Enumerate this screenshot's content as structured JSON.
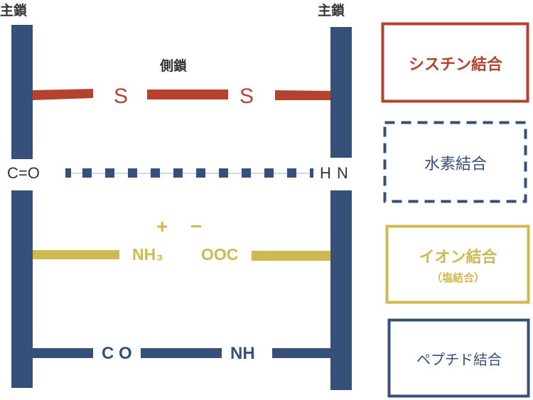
{
  "labels": {
    "main_chain_left": "主鎖",
    "main_chain_right": "主鎖",
    "side_chain": "側鎖"
  },
  "disulfide": {
    "s1": "S",
    "s2": "S"
  },
  "hydrogen": {
    "left": "C=O",
    "right": "H N"
  },
  "ionic": {
    "plus": "+",
    "minus": "−",
    "left": "NH₃",
    "right": "OOC"
  },
  "peptide": {
    "left": "C O",
    "right": "NH"
  },
  "legend": [
    {
      "label": "シスチン結合",
      "sub": ""
    },
    {
      "label": "水素結合",
      "sub": ""
    },
    {
      "label": "イオン結合",
      "sub": "（塩結合）"
    },
    {
      "label": "ペプチド結合",
      "sub": ""
    }
  ],
  "colors": {
    "navy": "#36507a",
    "red": "#b5422f",
    "yellow": "#cfb951"
  }
}
